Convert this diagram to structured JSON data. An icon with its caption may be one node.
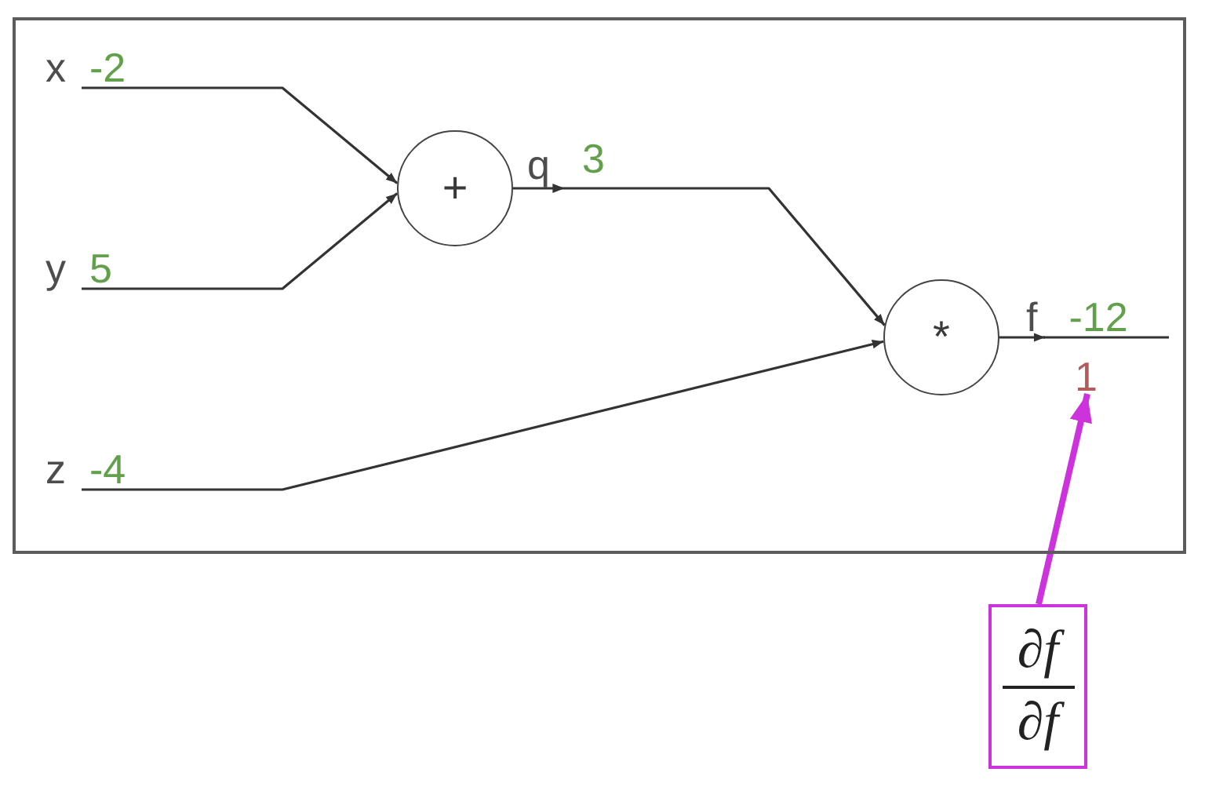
{
  "diagram": {
    "nodes": [
      {
        "text": [],
        "shape": "box"
      },
      {
        "text": [
          "x",
          "-2"
        ],
        "in": 0
      },
      {
        "text": [
          "y",
          "5"
        ],
        "in": 0
      },
      {
        "text": [
          "z",
          "-4"
        ],
        "in": 0
      },
      {
        "text": [
          "+"
        ],
        "in": 0
      },
      {
        "text": [
          "*"
        ],
        "in": 0
      },
      {
        "text": [
          "f",
          "-12"
        ],
        "in": 0
      },
      {
        "text": [
          "1"
        ],
        "in": 0
      },
      {
        "text": [
          "∂*f*",
          "∂*f*"
        ]
      }
    ],
    "edges": [
      {
        "from": 1,
        "to": 4,
        "arrow": "to"
      },
      {
        "from": 2,
        "to": 4,
        "arrow": "to"
      },
      {
        "from": 4,
        "to": 5,
        "arrow": "to",
        "label": "q"
      },
      {
        "from": 3,
        "to": 5,
        "arrow": "to"
      },
      {
        "from": 5,
        "to": 6,
        "arrow": "to"
      },
      {
        "from": 8,
        "to": 7,
        "arrow": "to",
        "style": "thick",
        "color": "#cc33dd"
      }
    ],
    "labels": [
      "3"
    ]
  }
}
